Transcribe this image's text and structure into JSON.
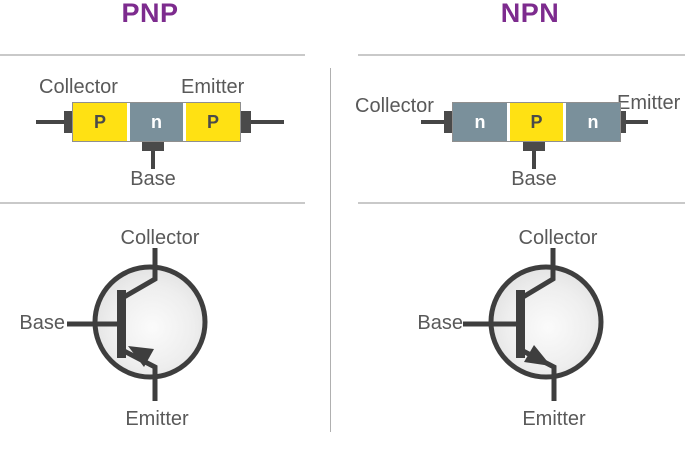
{
  "colors": {
    "heading_purple": "#7D2B8E",
    "label_gray": "#595959",
    "p_region_yellow": "#FFE113",
    "n_region_slate": "#7A909B",
    "wire_dark": "#454545",
    "symbol_stroke": "#3E3E3E",
    "rule_gray": "#C9C9C9",
    "divider_gray": "#B0B0B0"
  },
  "columns": [
    {
      "title": "PNP",
      "block_diagram": {
        "collector_label": "Collector",
        "emitter_label": "Emitter",
        "base_label": "Base",
        "segments": [
          "P",
          "n",
          "P"
        ]
      },
      "symbol": {
        "collector_label": "Collector",
        "base_label": "Base",
        "emitter_label": "Emitter",
        "arrow_direction": "pointing-into-base"
      }
    },
    {
      "title": "NPN",
      "block_diagram": {
        "collector_label": "Collector",
        "emitter_label": "Emitter",
        "base_label": "Base",
        "segments": [
          "n",
          "P",
          "n"
        ]
      },
      "symbol": {
        "collector_label": "Collector",
        "base_label": "Base",
        "emitter_label": "Emitter",
        "arrow_direction": "pointing-out-of-base"
      }
    }
  ]
}
